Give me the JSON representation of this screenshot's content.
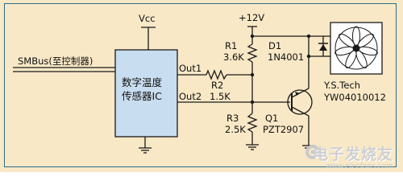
{
  "labels": {
    "vcc": "Vcc",
    "v12": "+12V",
    "smbus": "SMBus(至控制器)",
    "ic_line1": "数字温度",
    "ic_line2": "传感器IC",
    "out1": "Out1",
    "out2": "Out2",
    "r1_name": "R1",
    "r1_value": "3.6K",
    "r2_name": "R2",
    "r2_value": "1.5K",
    "r3_name": "R3",
    "r3_value": "2.5K",
    "d1_name": "D1",
    "d1_part": "1N4001",
    "q1_name": "Q1",
    "q1_part": "PZT2907",
    "fan_brand": "Y.S.Tech",
    "fan_model": "YW04010012"
  },
  "watermark": {
    "brand": "电子发烧友",
    "url": "www.elecfans.com"
  },
  "colors": {
    "background": "#f8e8c6",
    "ic_fill": "#c9ddf0",
    "frame": "#2b6d8a",
    "wire": "#1a1a1a"
  }
}
